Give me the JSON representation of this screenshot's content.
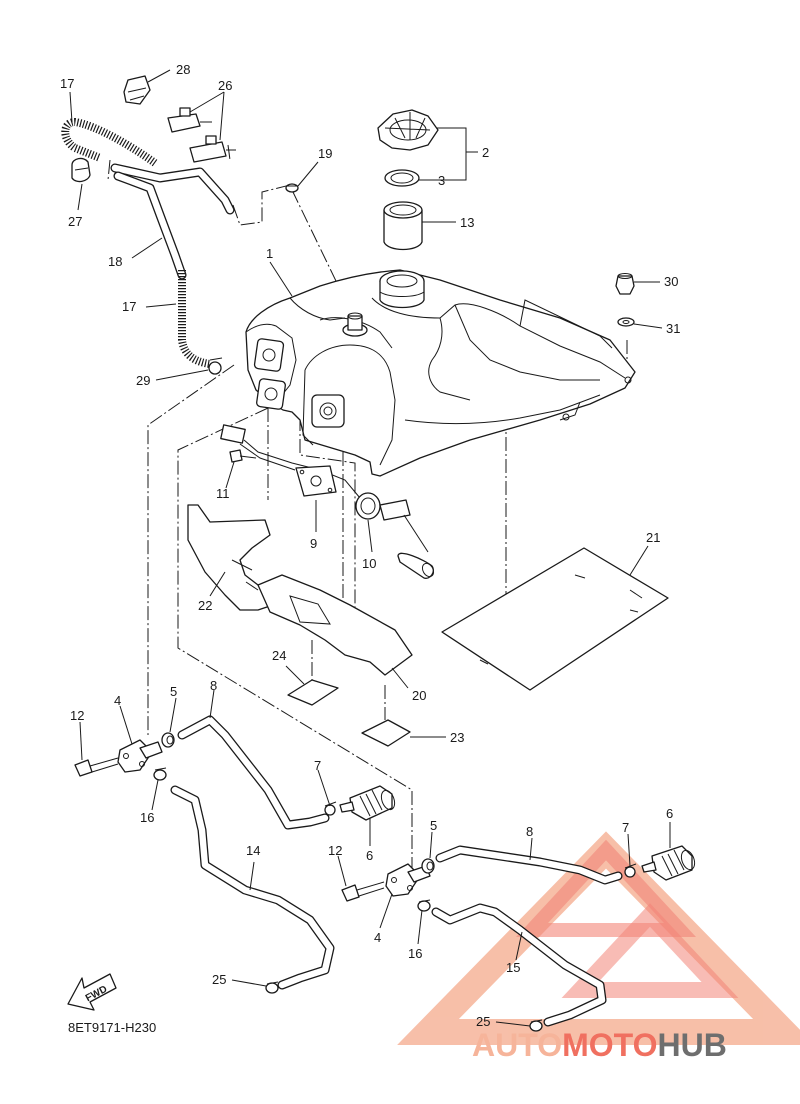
{
  "diagram_code": "8ET9171-H230",
  "fwd_label": "FWD",
  "watermark": {
    "part1": "AUTO",
    "part2": "MOTO",
    "part3": "HUB",
    "color_light": "#f6b49a",
    "color_red": "#f07060",
    "color_gray": "#6e6e6e"
  },
  "callouts": [
    {
      "id": "c28",
      "label": "28"
    },
    {
      "id": "c17a",
      "label": "17"
    },
    {
      "id": "c26",
      "label": "26"
    },
    {
      "id": "c2",
      "label": "2"
    },
    {
      "id": "c3",
      "label": "3"
    },
    {
      "id": "c13",
      "label": "13"
    },
    {
      "id": "c19",
      "label": "19"
    },
    {
      "id": "c27",
      "label": "27"
    },
    {
      "id": "c18",
      "label": "18"
    },
    {
      "id": "c1",
      "label": "1"
    },
    {
      "id": "c17b",
      "label": "17"
    },
    {
      "id": "c30",
      "label": "30"
    },
    {
      "id": "c31",
      "label": "31"
    },
    {
      "id": "c29",
      "label": "29"
    },
    {
      "id": "c11",
      "label": "11"
    },
    {
      "id": "c9",
      "label": "9"
    },
    {
      "id": "c10",
      "label": "10"
    },
    {
      "id": "c21",
      "label": "21"
    },
    {
      "id": "c22",
      "label": "22"
    },
    {
      "id": "c24",
      "label": "24"
    },
    {
      "id": "c20",
      "label": "20"
    },
    {
      "id": "c23",
      "label": "23"
    },
    {
      "id": "c12a",
      "label": "12"
    },
    {
      "id": "c4a",
      "label": "4"
    },
    {
      "id": "c5a",
      "label": "5"
    },
    {
      "id": "c8a",
      "label": "8"
    },
    {
      "id": "c16a",
      "label": "16"
    },
    {
      "id": "c7a",
      "label": "7"
    },
    {
      "id": "c6a",
      "label": "6"
    },
    {
      "id": "c14",
      "label": "14"
    },
    {
      "id": "c5b",
      "label": "5"
    },
    {
      "id": "c8b",
      "label": "8"
    },
    {
      "id": "c7b",
      "label": "7"
    },
    {
      "id": "c6b",
      "label": "6"
    },
    {
      "id": "c12b",
      "label": "12"
    },
    {
      "id": "c4b",
      "label": "4"
    },
    {
      "id": "c16b",
      "label": "16"
    },
    {
      "id": "c15",
      "label": "15"
    },
    {
      "id": "c25a",
      "label": "25"
    },
    {
      "id": "c25b",
      "label": "25"
    }
  ]
}
